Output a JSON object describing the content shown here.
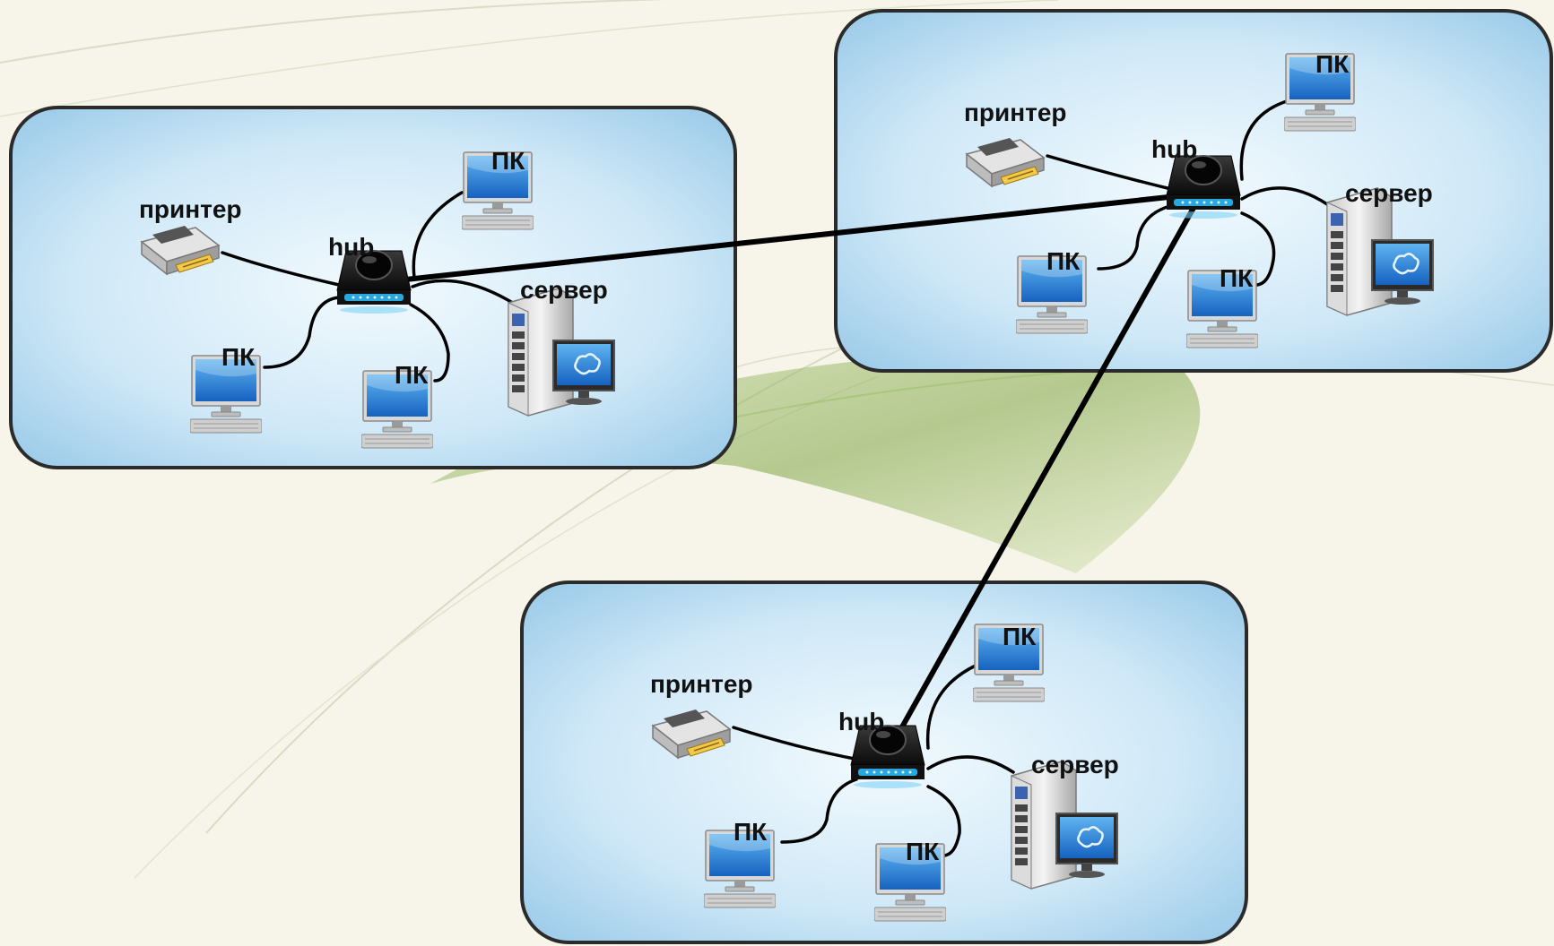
{
  "networks": [
    {
      "id": "left",
      "labels": {
        "printer": "принтер",
        "hub": "hub",
        "pc_top": "ПК",
        "pc_left": "ПК",
        "pc_bottom": "ПК",
        "server": "сервер"
      }
    },
    {
      "id": "right",
      "labels": {
        "printer": "принтер",
        "hub": "hub",
        "pc_top": "ПК",
        "pc_left": "ПК",
        "pc_bottom": "ПК",
        "server": "сервер"
      }
    },
    {
      "id": "bottom",
      "labels": {
        "printer": "принтер",
        "hub": "hub",
        "pc_top": "ПК",
        "pc_left": "ПК",
        "pc_bottom": "ПК",
        "server": "сервер"
      }
    }
  ],
  "links": [
    {
      "from": "left",
      "to": "right"
    },
    {
      "from": "right",
      "to": "bottom"
    }
  ],
  "colors": {
    "panel_fill_center": "#eaf6fd",
    "panel_fill_edge": "#8fc4e6",
    "panel_border": "#2b2b2b",
    "background": "#f7f5ea",
    "leaf_green": "#6f9a36",
    "hub_body": "#1a1a1a",
    "hub_light": "#29a8e0",
    "monitor_screen": "#1f7fd6",
    "cable": "#000000"
  },
  "icons": {
    "printer": "printer-icon",
    "hub": "hub-icon",
    "pc": "desktop-pc-icon",
    "server": "server-tower-icon"
  }
}
